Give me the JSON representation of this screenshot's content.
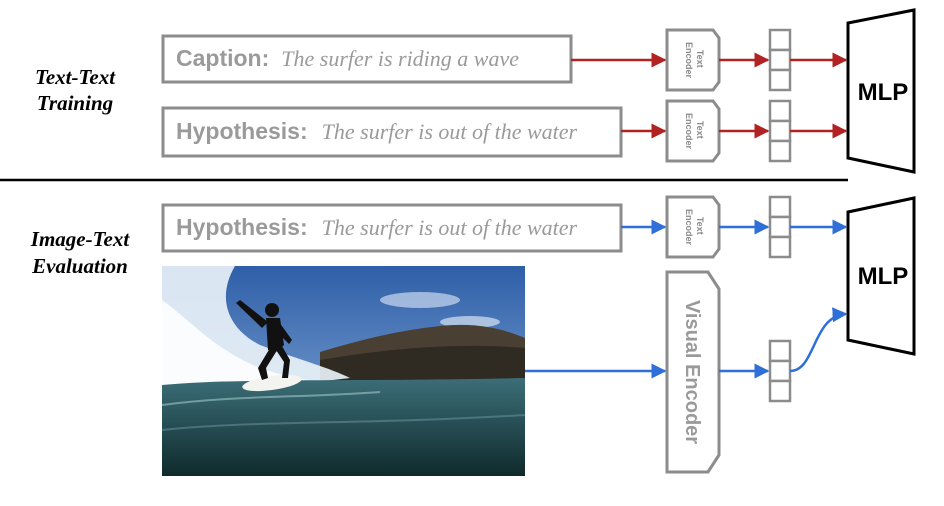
{
  "training": {
    "label_line1": "Text-Text",
    "label_line2": "Training",
    "caption_key": "Caption:",
    "caption_value": "The surfer is riding a wave",
    "hypothesis_key": "Hypothesis:",
    "hypothesis_value": "The surfer is out of the water",
    "text_encoder_line1": "Text",
    "text_encoder_line2": "Encoder",
    "mlp_label": "MLP",
    "arrow_color": "#b22222"
  },
  "evaluation": {
    "label_line1": "Image-Text",
    "label_line2": "Evaluation",
    "hypothesis_key": "Hypothesis:",
    "hypothesis_value": "The surfer is out of the water",
    "text_encoder_line1": "Text",
    "text_encoder_line2": "Encoder",
    "visual_encoder_label": "Visual Encoder",
    "mlp_label": "MLP",
    "image_subject": "surfer riding a wave",
    "arrow_color": "#2f6fd8"
  }
}
